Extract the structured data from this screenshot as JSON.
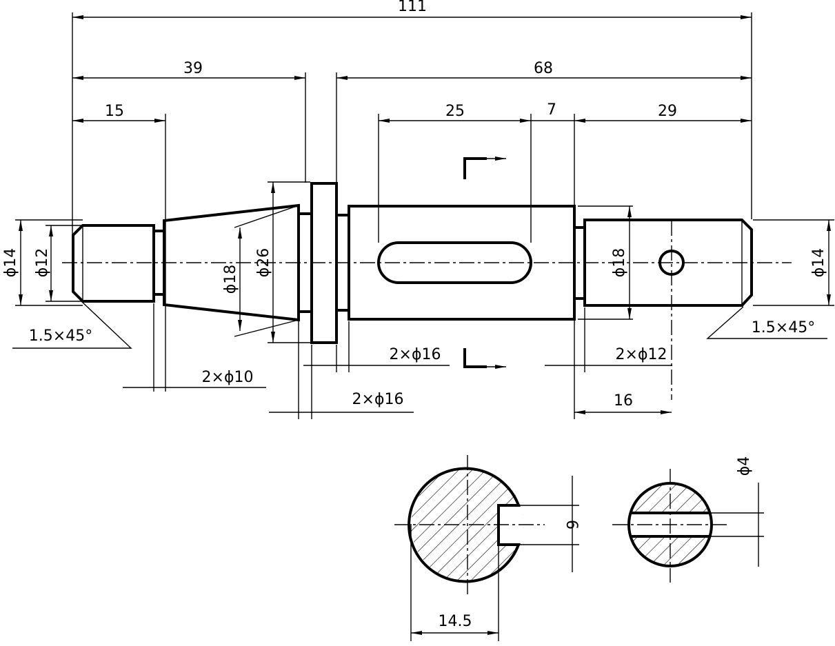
{
  "dimensions": {
    "overall_length": "111",
    "left_length": "39",
    "right_length": "68",
    "thread_length": "15",
    "keyway_length": "25",
    "keyway_gap": "7",
    "right_journal_length": "29",
    "hole_position": "16",
    "diameters": {
      "left_outer": "ϕ14",
      "thread": "ϕ12",
      "taper_small": "ϕ18",
      "collar": "ϕ26",
      "right_journal": "ϕ18",
      "right_end": "ϕ14",
      "cross_hole": "ϕ4"
    },
    "chamfer_left": "1.5×45°",
    "chamfer_right": "1.5×45°",
    "grooves": {
      "thread_relief": "2×ϕ10",
      "collar_left": "2×ϕ16",
      "collar_right": "2×ϕ16",
      "journal_relief": "2×ϕ12"
    },
    "section_keyway_width": "6",
    "section_keyway_depth": "14.5"
  }
}
